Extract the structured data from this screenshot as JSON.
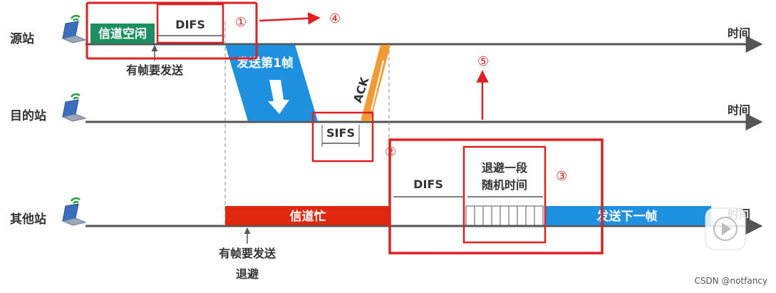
{
  "stations": {
    "source": "源站",
    "dest": "目的站",
    "other": "其他站"
  },
  "time_label": "时间",
  "labels": {
    "channel_idle": "信道空闲",
    "difs_top": "DIFS",
    "want_send_top": "有帧要发送",
    "send_frame1": "发送第1帧",
    "ack": "ACK",
    "sifs": "SIFS",
    "channel_busy": "信道忙",
    "want_send_bottom": "有帧要发送",
    "backoff_below": "退避",
    "difs_other": "DIFS",
    "backoff_line1": "退避一段",
    "backoff_line2": "随机时间",
    "send_next": "发送下一帧"
  },
  "annotations": [
    "①",
    "②",
    "③",
    "④",
    "⑤"
  ],
  "watermark": "CSDN @notfancy",
  "colors": {
    "green": "#1a9060",
    "blue": "#1e90e0",
    "red_bar": "#e0280e",
    "orange": "#f39a33",
    "annotation_red": "#e02020"
  }
}
